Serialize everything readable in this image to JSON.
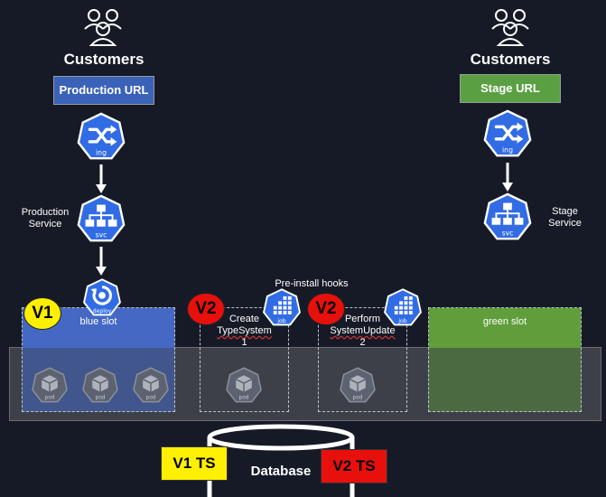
{
  "colors": {
    "background": "#151a26",
    "k8s_blue": "#326ce5",
    "production_url_bg": "#3a62b8",
    "stage_url_bg": "#5aa043",
    "blue_slot": "#4468c4",
    "green_slot": "#5f9e3b",
    "band": "#3d4048",
    "v1_badge": "#ffef00",
    "v2_badge": "#e8100c"
  },
  "production": {
    "customers_label": "Customers",
    "url_label": "Production URL",
    "ingress_icon_text": "ing",
    "service_label_line1": "Production",
    "service_label_line2": "Service",
    "service_icon_text": "svc",
    "deploy_icon_text": "deploy"
  },
  "stage": {
    "customers_label": "Customers",
    "url_label": "Stage URL",
    "ingress_icon_text": "ing",
    "service_label_line1": "Stage",
    "service_label_line2": "Service",
    "service_icon_text": "svc"
  },
  "hooks": {
    "title": "Pre-install hooks",
    "create": {
      "line1": "Create",
      "line2": "TypeSystem",
      "line3": "1",
      "job_text": "job",
      "badge": "V2"
    },
    "perform": {
      "line1": "Perform",
      "line2": "SystemUpdate",
      "line3": "2",
      "job_text": "job",
      "badge": "V2"
    }
  },
  "blue_slot": {
    "label": "blue slot",
    "badge": "V1",
    "pods": [
      "pod",
      "pod",
      "pod"
    ]
  },
  "create_pod": "pod",
  "perform_pod": "pod",
  "green_slot": {
    "label": "green slot"
  },
  "database": {
    "label": "Database",
    "v1_ts": "V1 TS",
    "v2_ts": "V2 TS"
  }
}
